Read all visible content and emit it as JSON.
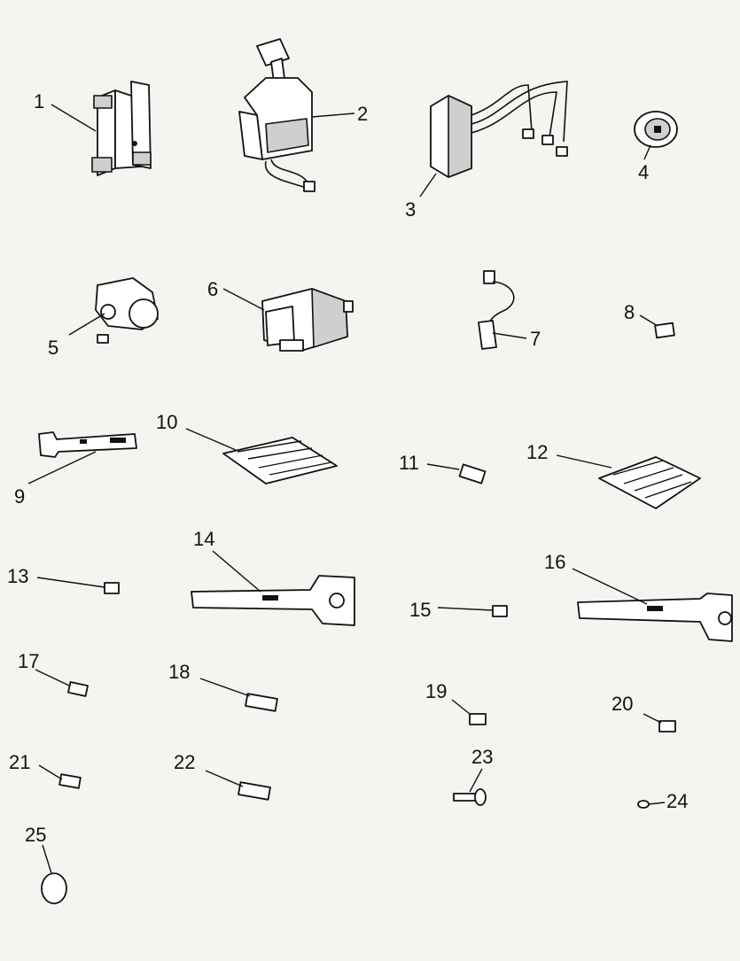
{
  "diagram": {
    "background": "#f4f4f1",
    "ink": "#111111",
    "callouts": [
      "1",
      "2",
      "3",
      "4",
      "5",
      "6",
      "7",
      "8",
      "9",
      "10",
      "11",
      "12",
      "13",
      "14",
      "15",
      "16",
      "17",
      "18",
      "19",
      "20",
      "21",
      "22",
      "23",
      "24",
      "25"
    ]
  }
}
